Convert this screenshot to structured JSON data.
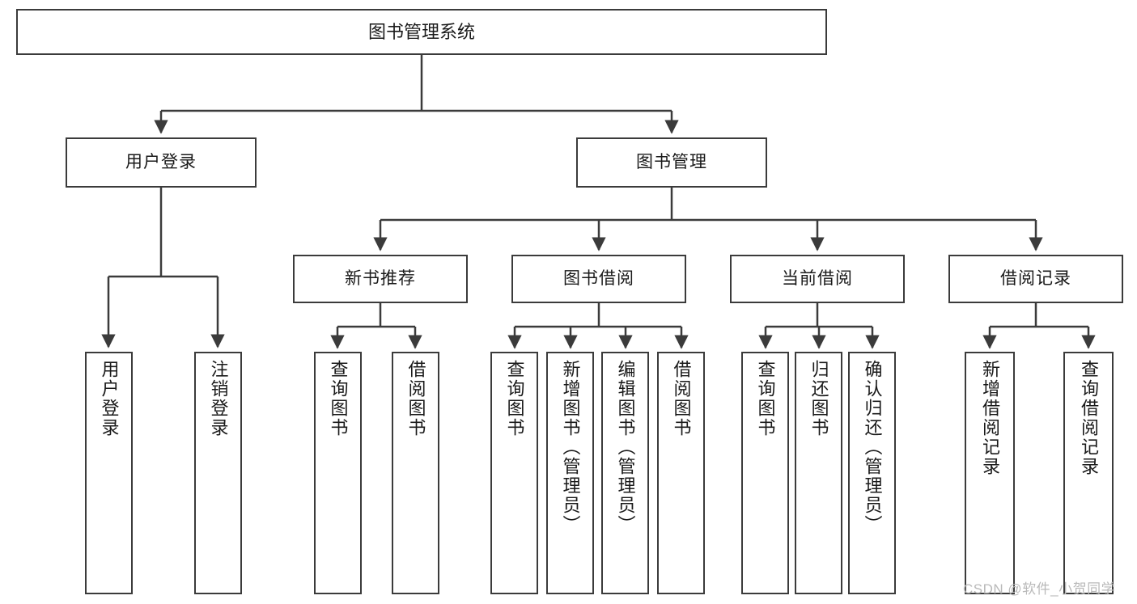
{
  "diagram": {
    "title": "图书管理系统",
    "type": "功能结构图",
    "root": {
      "label": "图书管理系统"
    },
    "level2": [
      {
        "label": "用户登录"
      },
      {
        "label": "图书管理"
      }
    ],
    "level3": [
      {
        "label": "新书推荐"
      },
      {
        "label": "图书借阅"
      },
      {
        "label": "当前借阅"
      },
      {
        "label": "借阅记录"
      }
    ],
    "leaves": {
      "user_login": [
        {
          "label": "用户登录"
        },
        {
          "label": "注销登录"
        }
      ],
      "new_book_recommend": [
        {
          "label": "查询图书"
        },
        {
          "label": "借阅图书"
        }
      ],
      "book_borrow": [
        {
          "label": "查询图书"
        },
        {
          "label": "新增图书（管理员）"
        },
        {
          "label": "编辑图书（管理员）"
        },
        {
          "label": "借阅图书"
        }
      ],
      "current_borrow": [
        {
          "label": "查询图书"
        },
        {
          "label": "归还图书"
        },
        {
          "label": "确认归还（管理员）"
        }
      ],
      "borrow_record": [
        {
          "label": "新增借阅记录"
        },
        {
          "label": "查询借阅记录"
        }
      ]
    },
    "watermark": "CSDN @软件_小贺同学",
    "colors": {
      "stroke": "#3b3b3b",
      "text": "#1a1a1a",
      "background": "#ffffff",
      "watermark": "#b9b9b9"
    }
  }
}
